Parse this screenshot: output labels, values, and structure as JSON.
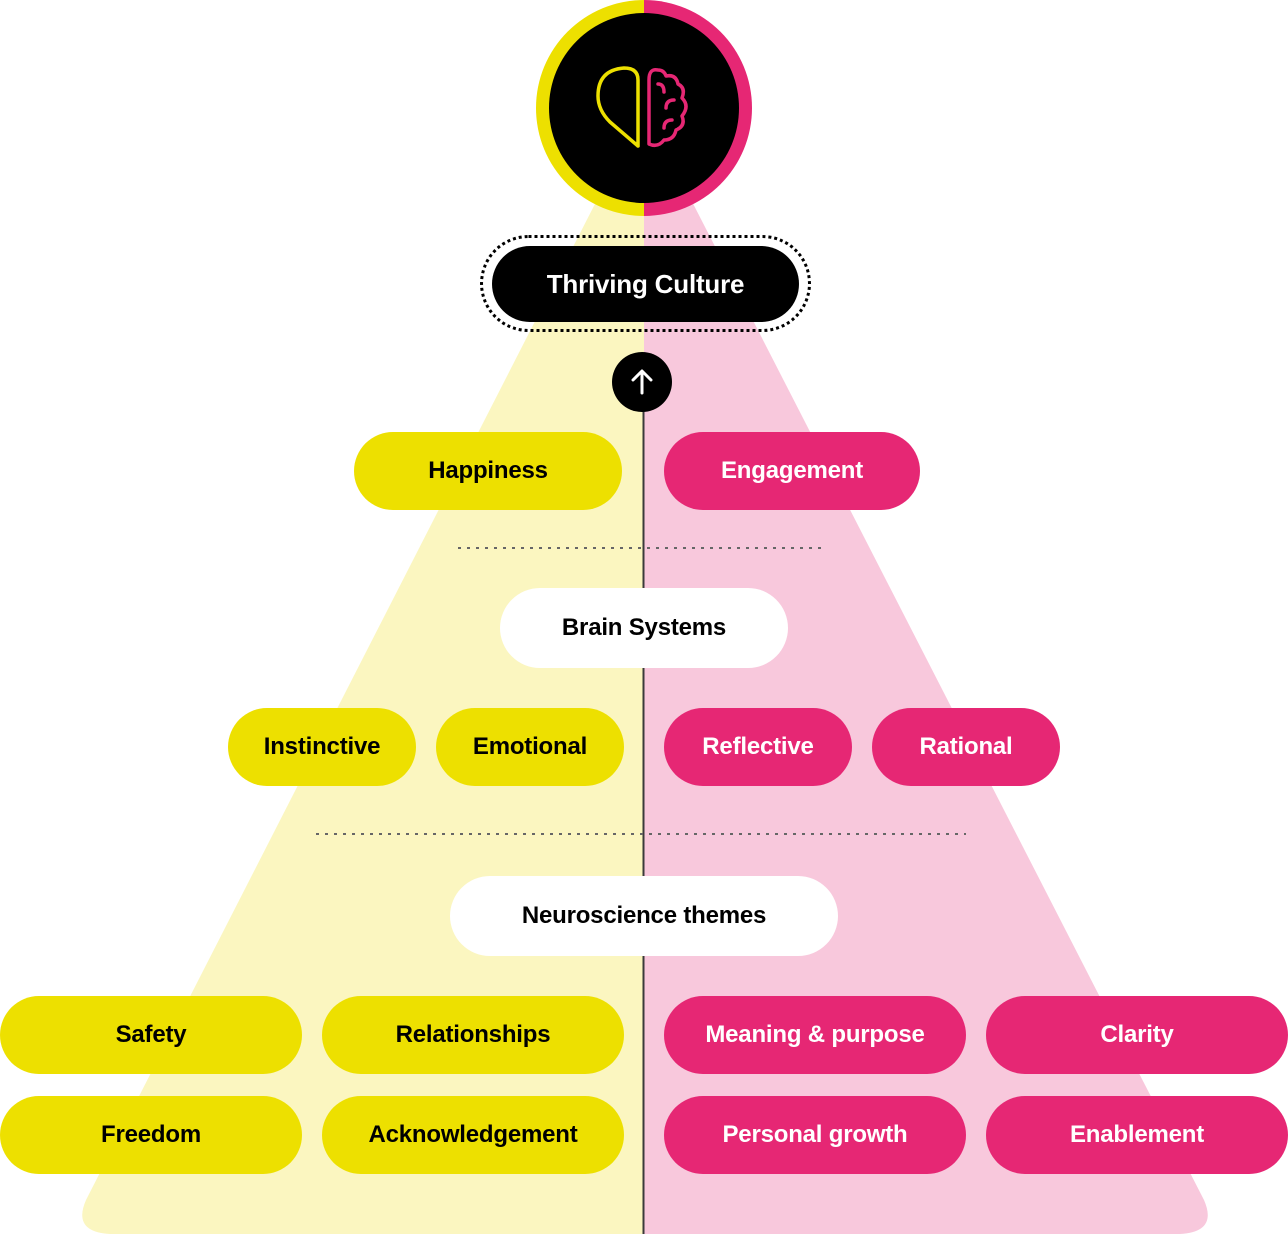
{
  "colors": {
    "yellow": "#ede000",
    "yellow_light": "#fbf6c0",
    "pink": "#e62774",
    "pink_light": "#f8c8dc",
    "black": "#000000",
    "white": "#ffffff"
  },
  "logo": {
    "icon_left": "heart-half-icon",
    "icon_right": "brain-half-icon"
  },
  "top": {
    "title": "Thriving Culture",
    "arrow_icon": "arrow-up-icon"
  },
  "outcomes": {
    "left": "Happiness",
    "right": "Engagement"
  },
  "brain_systems": {
    "heading": "Brain Systems",
    "left": [
      "Instinctive",
      "Emotional"
    ],
    "right": [
      "Reflective",
      "Rational"
    ]
  },
  "themes": {
    "heading": "Neuroscience themes",
    "left": [
      "Safety",
      "Relationships",
      "Freedom",
      "Acknowledgement"
    ],
    "right": [
      "Meaning & purpose",
      "Clarity",
      "Personal growth",
      "Enablement"
    ]
  }
}
